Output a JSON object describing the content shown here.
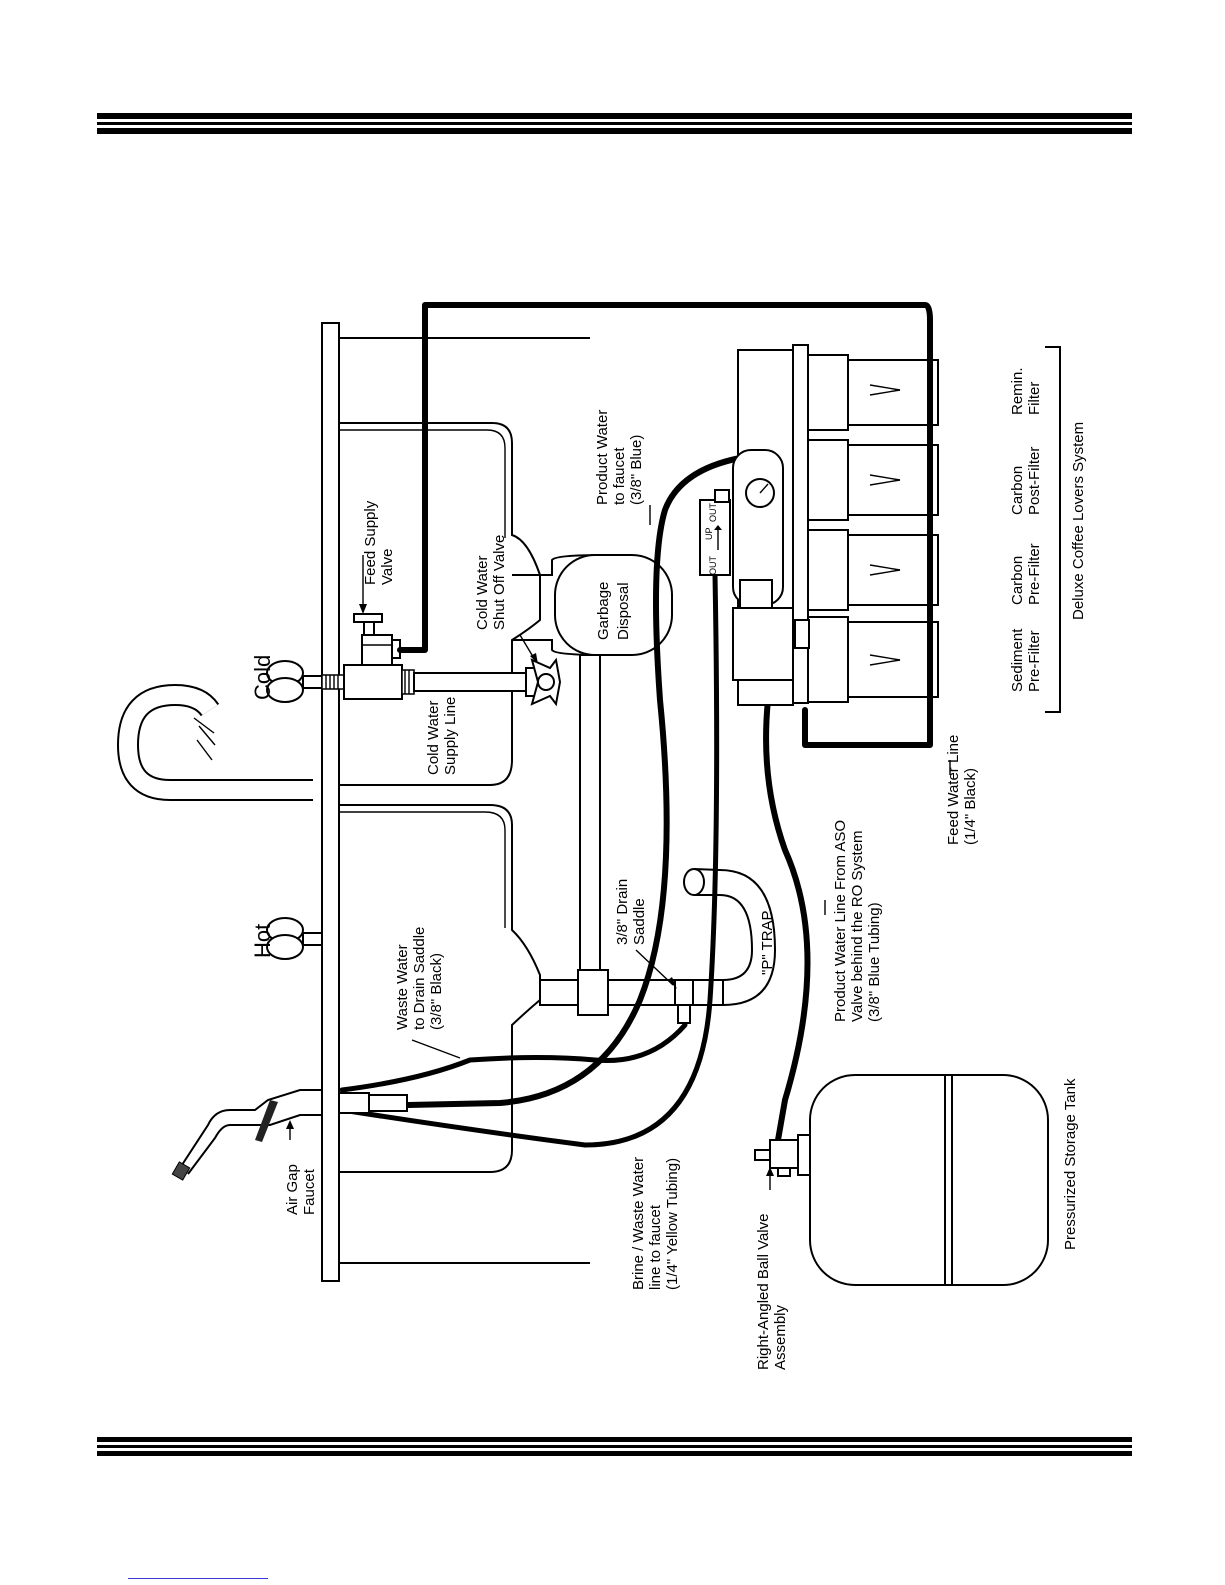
{
  "labels": {
    "cold": "Cold",
    "hot": "Hot",
    "feed_supply_valve": [
      "Feed Supply",
      "Valve"
    ],
    "cold_water_shutoff": [
      "Cold Water",
      "Shut Off Valve"
    ],
    "cold_water_supply_line": [
      "Cold Water",
      "Supply Line"
    ],
    "garbage_disposal": [
      "Garbage",
      "Disposal"
    ],
    "product_water_faucet": [
      "Product Water",
      "to faucet",
      "(3/8\" Blue)"
    ],
    "remin_filter": [
      "Remin.",
      "Filter"
    ],
    "carbon_post_filter": [
      "Carbon",
      "Post-Filter"
    ],
    "carbon_pre_filter": [
      "Carbon",
      "Pre-Filter"
    ],
    "sediment_pre_filter": [
      "Sediment",
      "Pre-Filter"
    ],
    "system_name": "Deluxe Coffee Lovers System",
    "feed_water_line": [
      "Feed Water Line",
      "(1/4\" Black)"
    ],
    "product_line_aso": [
      "Product Water Line From ASO",
      "Valve behind the RO System",
      "(3/8\" Blue Tubing)"
    ],
    "drain_saddle": [
      "3/8\" Drain",
      "Saddle"
    ],
    "p_trap": "\"P\" TRAP",
    "waste_water_drain": [
      "Waste Water",
      "to Drain Saddle",
      "(3/8\" Black)"
    ],
    "air_gap_faucet": [
      "Air Gap",
      "Faucet"
    ],
    "brine_waste_line": [
      "Brine / Waste Water",
      "line to faucet",
      "(1/4\" Yellow Tubing)"
    ],
    "ball_valve": [
      "Right-Angled Ball Valve",
      "Assembly"
    ],
    "storage_tank": "Pressurized Storage Tank",
    "valve_out_1": "OUT",
    "valve_up": "UP",
    "valve_out_2": "OUT"
  }
}
